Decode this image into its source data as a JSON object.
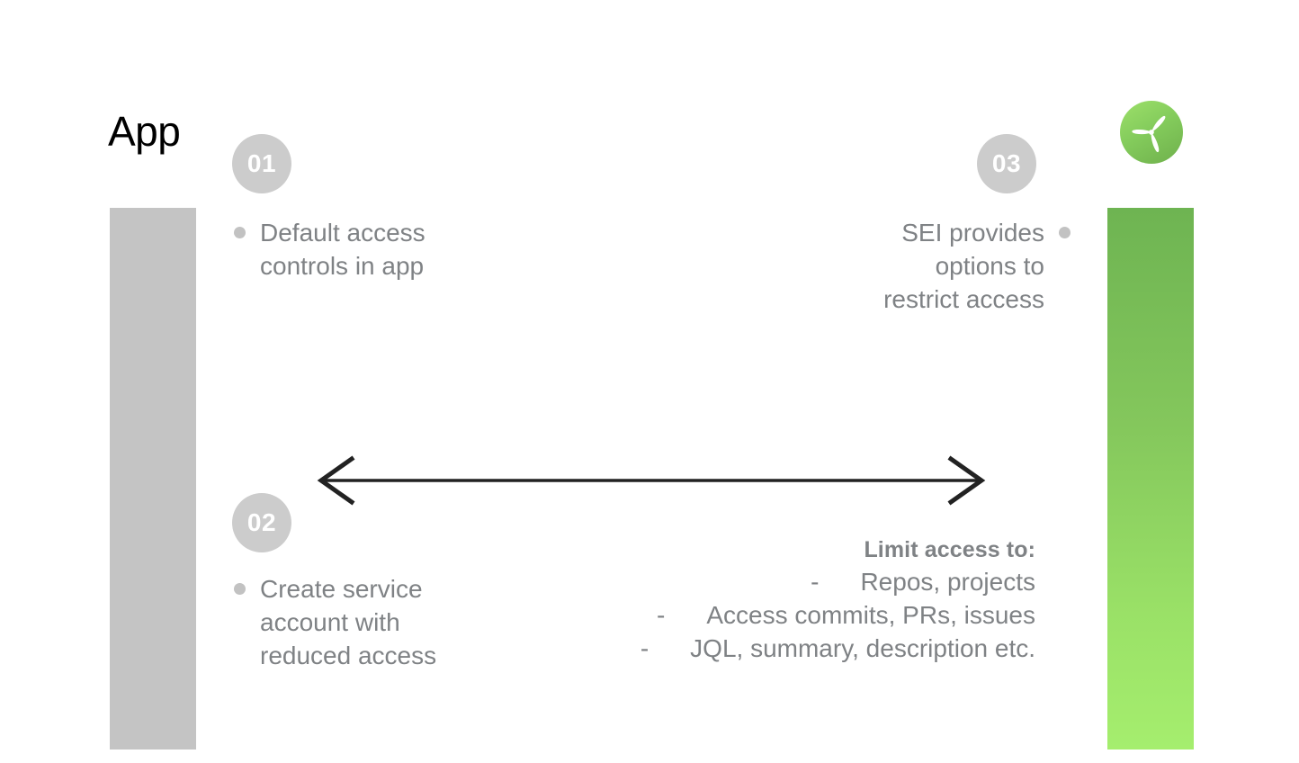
{
  "slide": {
    "title": "App",
    "background_color": "#ffffff"
  },
  "logo": {
    "icon": "propeller-logo-icon",
    "color": "#84cc5c"
  },
  "bars": {
    "left": {
      "name": "app-side-bar",
      "color": "#c4c4c4"
    },
    "right": {
      "name": "sei-side-bar",
      "gradient_from": "#6eb452",
      "gradient_to": "#a5ee6e"
    }
  },
  "steps": [
    {
      "number": "01",
      "bullet": "Default access\ncontrols in app",
      "align": "left"
    },
    {
      "number": "02",
      "bullet": "Create service\naccount with\nreduced access",
      "align": "left"
    },
    {
      "number": "03",
      "bullet": "SEI provides\noptions to\nrestrict access",
      "align": "right"
    }
  ],
  "arrow": {
    "name": "bidirectional-arrow",
    "color": "#222222",
    "direction": "both"
  },
  "limit_access": {
    "heading": "Limit access to:",
    "dash": "-",
    "items": [
      "Repos, projects",
      "Access commits, PRs, issues",
      "JQL, summary, description etc."
    ]
  },
  "colors": {
    "text_gray": "#7f8285",
    "badge_gray": "#cccccc",
    "dot_gray": "#c2c2c2",
    "title_black": "#000000"
  }
}
